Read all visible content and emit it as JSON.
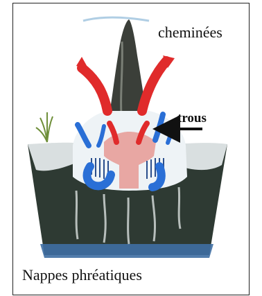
{
  "labels": {
    "chimneys": "cheminées",
    "holes": "trous",
    "groundwater": "Nappes phréatiques"
  },
  "colors": {
    "hot_flow": "#e02b2b",
    "cold_flow": "#2a6fd6",
    "ground": "#2e3a33",
    "water": "#3f6fa3",
    "mound_core": "#e8a7a3",
    "snow": "#eef3f6"
  }
}
